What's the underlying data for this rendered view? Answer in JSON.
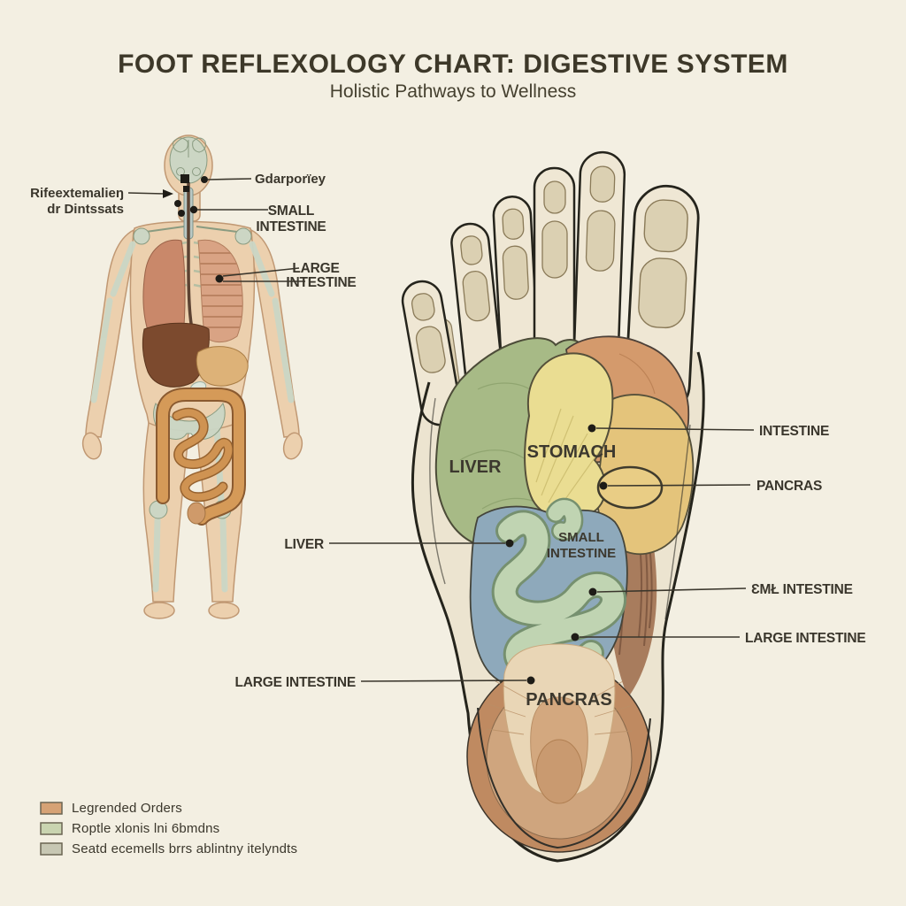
{
  "header": {
    "title": "FOOT REFLEXOLOGY CHART: DIGESTIVE SYSTEM",
    "subtitle": "Holistic Pathways to Wellness"
  },
  "body_figure": {
    "labels": {
      "head": "Gdarporïey",
      "side_line1": "Rifeextemalieŋ",
      "side_line2": "dr Dintssats",
      "small_line1": "SMALL",
      "small_line2": "INTESTINE",
      "large_line1": "LARGE",
      "large_line2": "INTESTINE"
    }
  },
  "foot": {
    "zone_labels": {
      "liver": "LIVER",
      "stomach": "STOMACH",
      "small_line1": "SMALL",
      "small_line2": "INTESTINE",
      "pancras": "PANCRAS"
    },
    "left_labels": {
      "liver": "LIVER",
      "large_intestine": "LARGE INTESTINE"
    },
    "right_labels": {
      "intestine": "INTESTINE",
      "pancras": "PANCRAS",
      "eml_intestine": "ƐMŁ INTESTINE",
      "large_intestine": "LARGE INTESTINE"
    }
  },
  "legend": {
    "items": [
      {
        "color": "#d6a275",
        "label": "Legrended Orders"
      },
      {
        "color": "#c9d4b0",
        "label": "Roptle xlonis lni 6bmdns"
      },
      {
        "color": "#c7c7b3",
        "label": "Seatd ecemells brrs ablintny itelyndts"
      }
    ]
  },
  "palette": {
    "background": "#f3efe2",
    "ink": "#3a362c",
    "outline": "#25241c",
    "zone_liver": "#a7ba86",
    "zone_stomach": "#eadd92",
    "zone_intestine_orange": "#d49a6c",
    "zone_pancreas": "#e4c47b",
    "zone_small_intestine": "#8ea9bb",
    "zone_coils": "#c0d4b2",
    "heel_brown": "#bf8a61",
    "skin": "#ecd0ae",
    "bone": "#cbd7c6"
  }
}
